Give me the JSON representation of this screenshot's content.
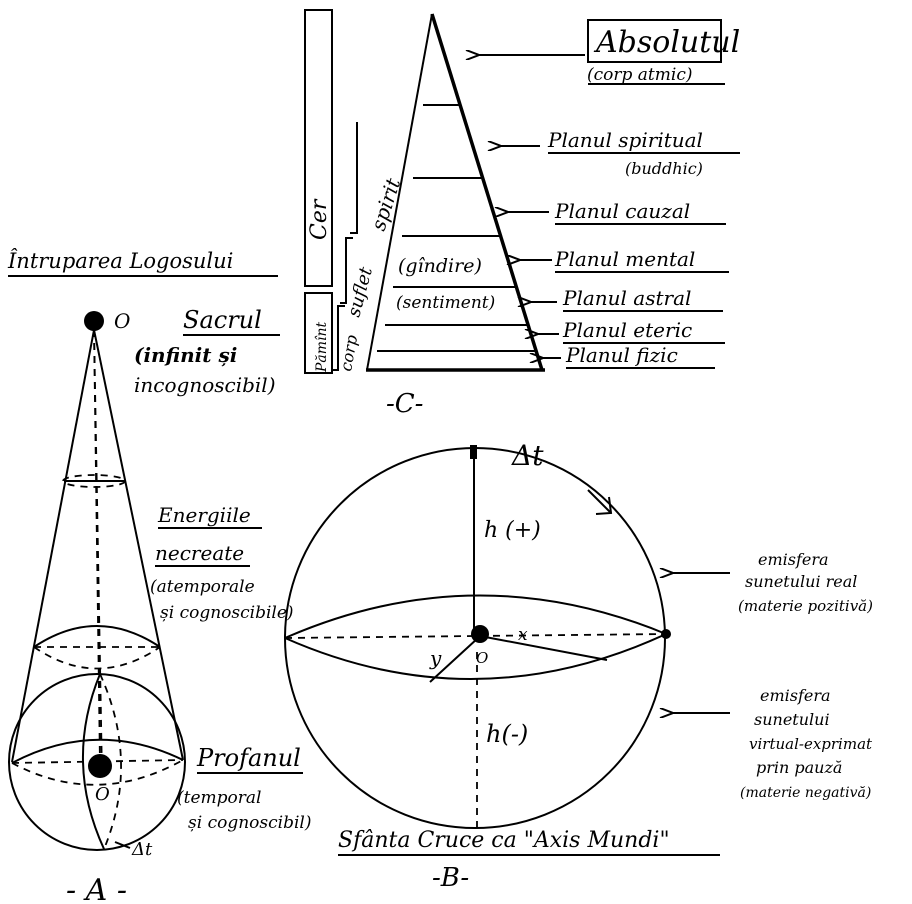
{
  "panel_c": {
    "column_cer": "Cer",
    "column_pamint": "Pămînt",
    "side_spirit": "spirit",
    "side_suflet": "suflet",
    "side_corp": "corp",
    "inner_gindire": "(gîndire)",
    "inner_sentiment": "(sentiment)",
    "absolutul": "Absolutul",
    "absolutul_sub": "(corp atmic)",
    "planul_spiritual": "Planul spiritual",
    "planul_spiritual_sub": "(buddhic)",
    "planul_cauzal": "Planul cauzal",
    "planul_mental": "Planul mental",
    "planul_astral": "Planul astral",
    "planul_eteric": "Planul eteric",
    "planul_fizic": "Planul fizic",
    "panel_label": "-C-"
  },
  "panel_a": {
    "title": "Întruparea Logosului",
    "point_top": "O",
    "sacrul": "Sacrul",
    "sacrul_sub1": "(infinit și",
    "sacrul_sub2": "incognoscibil)",
    "energiile1": "Energiile",
    "energiile2": "necreate",
    "energiile3": "(atemporale",
    "energiile4": "și cognoscibile)",
    "point_center": "O",
    "profanul": "Profanul",
    "profanul_sub1": "(temporal",
    "profanul_sub2": "și cognoscibil)",
    "delta_t": "Δt",
    "panel_label": "- A -"
  },
  "panel_b": {
    "delta_t": "Δt",
    "h_plus": "h (+)",
    "h_minus": "h(-)",
    "axis_x": "x",
    "axis_y": "y",
    "origin": "O",
    "upper_label1": "emisfera",
    "upper_label2": "sunetului real",
    "upper_label3": "(materie pozitivă)",
    "lower_label1": "emisfera",
    "lower_label2": "sunetului",
    "lower_label3": "virtual-exprimat",
    "lower_label4": "prin pauză",
    "lower_label5": "(materie negativă)",
    "caption": "Sfânta Cruce ca \"Axis Mundi\"",
    "panel_label": "-B-"
  }
}
